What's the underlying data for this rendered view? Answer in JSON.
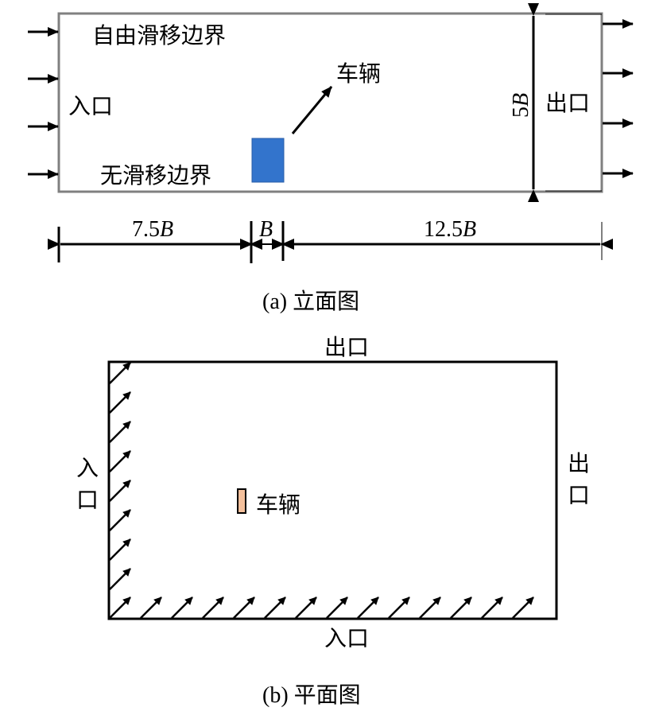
{
  "elevation": {
    "free_slip_label": "自由滑移边界",
    "no_slip_label": "无滑移边界",
    "inlet_label": "入口",
    "outlet_label": "出口",
    "vehicle_label": "车辆",
    "height_label": {
      "num": "5",
      "var": "B"
    },
    "dim_upstream": {
      "num": "7.5",
      "var": "B"
    },
    "dim_vehicle": {
      "num": "",
      "var": "B"
    },
    "dim_downstream": {
      "num": "12.5",
      "var": "B"
    },
    "caption": "(a)  立面图",
    "vehicle_color": "#3374cc"
  },
  "plan": {
    "top_outlet_label": "出口",
    "right_outlet_label_1": "出",
    "right_outlet_label_2": "口",
    "left_inlet_label_1": "入",
    "left_inlet_label_2": "口",
    "bottom_inlet_label": "入口",
    "vehicle_label": "车辆",
    "caption": "(b)  平面图",
    "vehicle_color": "#f4c09c"
  }
}
